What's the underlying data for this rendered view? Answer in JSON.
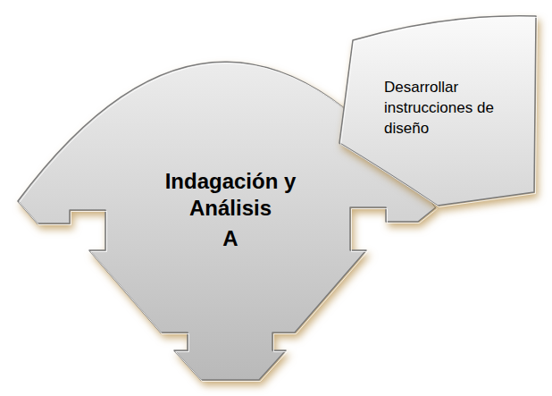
{
  "diagram": {
    "nodes": [
      {
        "text": [
          "Indagación y Análisis",
          "A"
        ]
      },
      {
        "text": [
          "Desarrollar instrucciones de diseño"
        ]
      }
    ]
  }
}
